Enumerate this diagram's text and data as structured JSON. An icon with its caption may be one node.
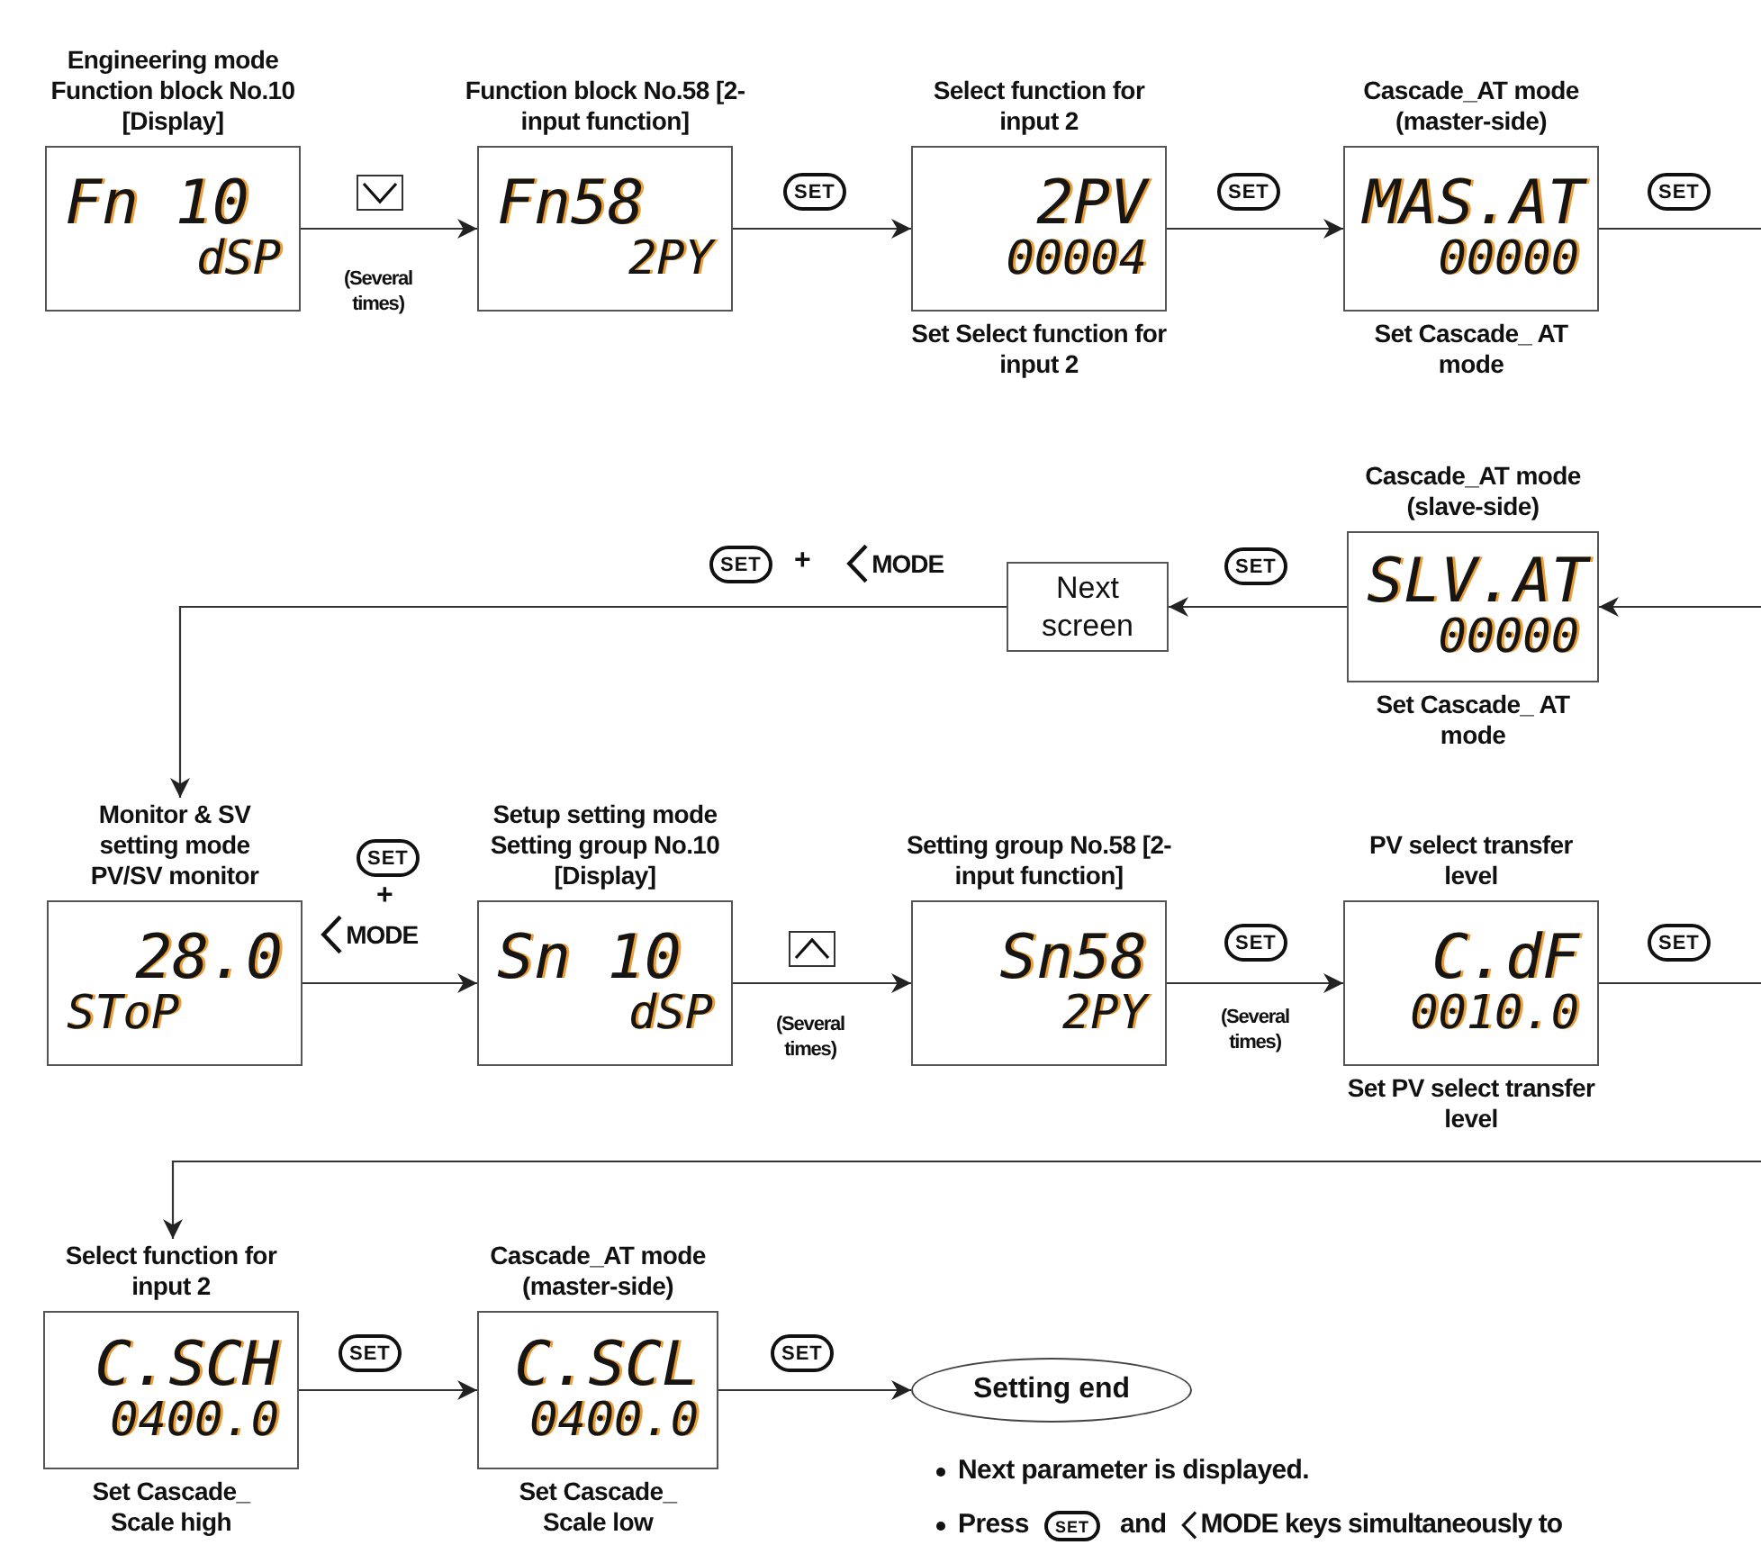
{
  "diagram": {
    "nodes": [
      {
        "text": [
          "Engineering mode Function block No.10 [Display]",
          "Fn 10",
          "dSP"
        ]
      },
      {
        "text": [
          "Function block No.58 [2-input function]",
          "Fn58",
          "2PY"
        ]
      },
      {
        "text": [
          "Select function for input 2",
          "2PV",
          "00004"
        ],
        "beside": [
          "Set Select function for input 2"
        ]
      },
      {
        "text": [
          "Cascade_AT mode (master-side)",
          "MAS.AT",
          "00000"
        ],
        "beside": [
          "Set Cascade_ AT mode"
        ]
      },
      {
        "text": [
          "Cascade_AT mode (slave-side)",
          "SLV.AT",
          "00000"
        ],
        "beside": [
          "Set Cascade_ AT mode"
        ]
      },
      {
        "text": [
          "Next screen"
        ]
      },
      {
        "text": [
          "Monitor & SV setting mode PV/SV monitor",
          "28.0",
          "SToP"
        ]
      },
      {
        "text": [
          "Setup setting mode Setting group No.10 [Display]",
          "Sn 10",
          "dSP"
        ]
      },
      {
        "text": [
          "Setting group No.58 [2-input function]",
          "Sn58",
          "2PY"
        ]
      },
      {
        "text": [
          "PV select transfer level",
          "C.dF",
          "0010.0"
        ],
        "beside": [
          "Set PV select transfer level"
        ]
      },
      {
        "text": [
          "Select function for input 2",
          "C.SCH",
          "0400.0"
        ],
        "beside": [
          "Set Cascade_ Scale high"
        ]
      },
      {
        "text": [
          "Cascade_AT mode (master-side)",
          "C.SCL",
          "0400.0"
        ],
        "beside": [
          "Set Cascade_ Scale low"
        ]
      },
      {
        "text": [
          "Setting end"
        ]
      }
    ],
    "edges": [
      {
        "from": 0,
        "to": 1,
        "arrow": "to",
        "label": "(Several times)"
      },
      {
        "from": 1,
        "to": 2,
        "arrow": "to",
        "label": "SET"
      },
      {
        "from": 2,
        "to": 3,
        "arrow": "to",
        "label": "SET"
      },
      {
        "from": 3,
        "to": null,
        "arrow": "none",
        "label": "SET"
      },
      {
        "from": null,
        "to": 4,
        "arrow": "to"
      },
      {
        "from": 4,
        "to": 5,
        "arrow": "to",
        "label": "SET"
      },
      {
        "from": 5,
        "to": 6,
        "arrow": "to"
      },
      {
        "from": 6,
        "to": 7,
        "arrow": "to"
      },
      {
        "from": 7,
        "to": 8,
        "arrow": "to",
        "label": "(Several times)"
      },
      {
        "from": 8,
        "to": 9,
        "arrow": "to",
        "label": "(Several times)"
      },
      {
        "from": 9,
        "to": null,
        "arrow": "none",
        "label": "SET"
      },
      {
        "from": null,
        "to": 10,
        "arrow": "to"
      },
      {
        "from": 10,
        "to": 11,
        "arrow": "to",
        "label": "SET"
      },
      {
        "from": 11,
        "to": 12,
        "arrow": "to",
        "label": "SET"
      }
    ],
    "labels": [
      "SET",
      "+",
      "MODE",
      "SET",
      "+",
      "MODE",
      "SET",
      "Next parameter is displayed.",
      "Press",
      "SET",
      "and",
      "MODE keys simultaneously to"
    ]
  }
}
